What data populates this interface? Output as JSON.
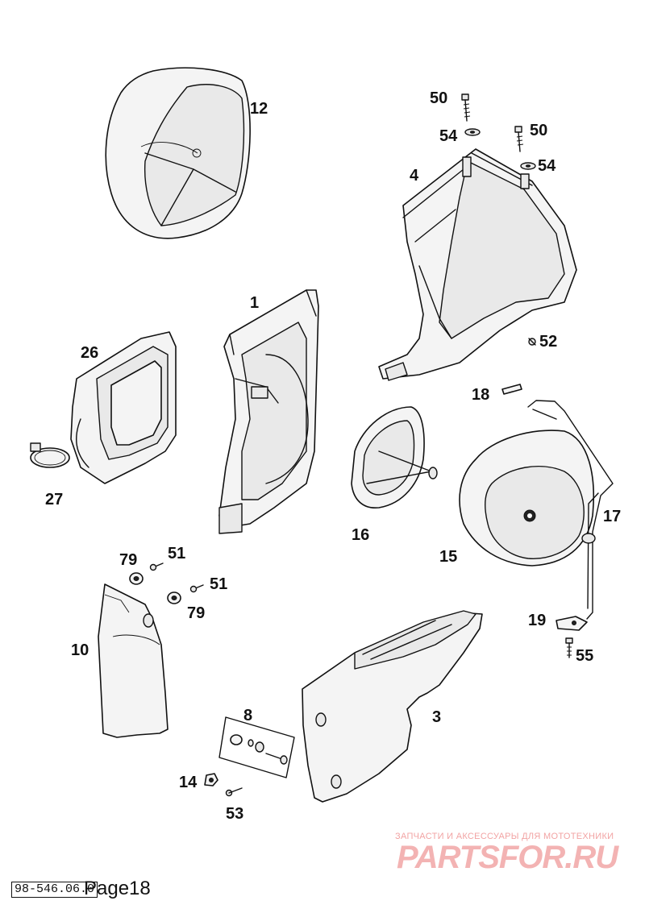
{
  "diagram": {
    "part_labels": [
      "12",
      "50",
      "54",
      "50",
      "54",
      "4",
      "1",
      "52",
      "26",
      "18",
      "27",
      "16",
      "15",
      "17",
      "79",
      "51",
      "51",
      "79",
      "10",
      "19",
      "55",
      "8",
      "3",
      "14",
      "53"
    ]
  },
  "footer": {
    "page_code": "98-546.06.0",
    "page_number": "Page18"
  },
  "watermark": {
    "tagline": "ЗАПЧАСТИ И АКСЕССУАРЫ ДЛЯ МОТОТЕХНИКИ",
    "brand": "PARTSFOR.RU",
    "color": "#f3b3b3"
  }
}
